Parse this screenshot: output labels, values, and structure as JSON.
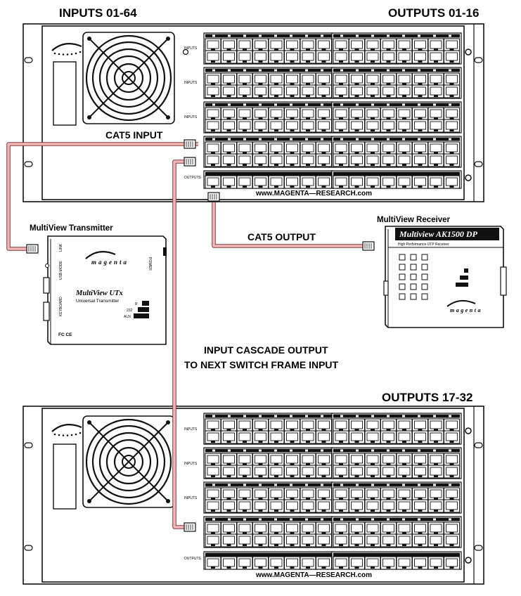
{
  "labels": {
    "inputs_top": "INPUTS  01-64",
    "outputs_top": "OUTPUTS  01-16",
    "outputs_bottom": "OUTPUTS  17-32",
    "cat5_input": "CAT5 INPUT",
    "cat5_output": "CAT5 OUTPUT",
    "cascade_line1": "INPUT CASCADE OUTPUT",
    "cascade_line2": "TO NEXT SWITCH FRAME INPUT",
    "transmitter_caption": "MultiView Transmitter",
    "receiver_caption": "MultiView Receiver",
    "url_top": "www.MAGENTA—RESEARCH.com",
    "url_bottom": "www.MAGENTA—RESEARCH.com"
  },
  "transmitter": {
    "brand": "magenta",
    "model": "MultiView UTx",
    "subtitle": "Universal Transmitter",
    "bars": [
      "R",
      "232",
      "AUX"
    ],
    "fc": "FC  CE"
  },
  "receiver": {
    "model": "Multiview AK1500 DP",
    "subtitle": "High Performance UTP Receiver",
    "brand": "magenta"
  },
  "panel": {
    "row_label": "INPUTS"
  },
  "colors": {
    "cable": "#f2b8b8",
    "cable_edge": "#8a3a3a",
    "outline": "#111111",
    "background": "#ffffff"
  }
}
